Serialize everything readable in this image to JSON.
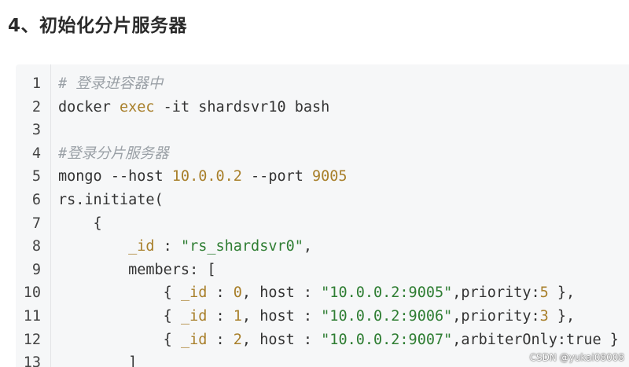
{
  "heading": "4、初始化分片服务器",
  "code": {
    "lines": [
      {
        "num": "1",
        "tokens": [
          {
            "t": "comment",
            "v": "# 登录进容器中"
          }
        ]
      },
      {
        "num": "2",
        "tokens": [
          {
            "t": "plain",
            "v": "docker "
          },
          {
            "t": "keyword",
            "v": "exec"
          },
          {
            "t": "plain",
            "v": " -it shardsvr10 bash"
          }
        ]
      },
      {
        "num": "3",
        "tokens": []
      },
      {
        "num": "4",
        "tokens": [
          {
            "t": "comment",
            "v": "#登录分片服务器"
          }
        ]
      },
      {
        "num": "5",
        "tokens": [
          {
            "t": "plain",
            "v": "mongo --host "
          },
          {
            "t": "number",
            "v": "10.0.0.2"
          },
          {
            "t": "plain",
            "v": " --port "
          },
          {
            "t": "number",
            "v": "9005"
          }
        ]
      },
      {
        "num": "6",
        "tokens": [
          {
            "t": "plain",
            "v": "rs.initiate("
          }
        ]
      },
      {
        "num": "7",
        "tokens": [
          {
            "t": "plain",
            "v": "    {"
          }
        ]
      },
      {
        "num": "8",
        "tokens": [
          {
            "t": "plain",
            "v": "        "
          },
          {
            "t": "attr",
            "v": "_id"
          },
          {
            "t": "plain",
            "v": " : "
          },
          {
            "t": "string",
            "v": "\"rs_shardsvr0\""
          },
          {
            "t": "plain",
            "v": ","
          }
        ]
      },
      {
        "num": "9",
        "tokens": [
          {
            "t": "plain",
            "v": "        members: ["
          }
        ]
      },
      {
        "num": "10",
        "tokens": [
          {
            "t": "plain",
            "v": "            { "
          },
          {
            "t": "attr",
            "v": "_id"
          },
          {
            "t": "plain",
            "v": " : "
          },
          {
            "t": "number",
            "v": "0"
          },
          {
            "t": "plain",
            "v": ", host : "
          },
          {
            "t": "string",
            "v": "\"10.0.0.2:9005\""
          },
          {
            "t": "plain",
            "v": ",priority:"
          },
          {
            "t": "number",
            "v": "5"
          },
          {
            "t": "plain",
            "v": " },"
          }
        ]
      },
      {
        "num": "11",
        "tokens": [
          {
            "t": "plain",
            "v": "            { "
          },
          {
            "t": "attr",
            "v": "_id"
          },
          {
            "t": "plain",
            "v": " : "
          },
          {
            "t": "number",
            "v": "1"
          },
          {
            "t": "plain",
            "v": ", host : "
          },
          {
            "t": "string",
            "v": "\"10.0.0.2:9006\""
          },
          {
            "t": "plain",
            "v": ",priority:"
          },
          {
            "t": "number",
            "v": "3"
          },
          {
            "t": "plain",
            "v": " },"
          }
        ]
      },
      {
        "num": "12",
        "tokens": [
          {
            "t": "plain",
            "v": "            { "
          },
          {
            "t": "attr",
            "v": "_id"
          },
          {
            "t": "plain",
            "v": " : "
          },
          {
            "t": "number",
            "v": "2"
          },
          {
            "t": "plain",
            "v": ", host : "
          },
          {
            "t": "string",
            "v": "\"10.0.0.2:9007\""
          },
          {
            "t": "plain",
            "v": ",arbiterOnly:"
          },
          {
            "t": "bool",
            "v": "true"
          },
          {
            "t": "plain",
            "v": " }"
          }
        ]
      },
      {
        "num": "13",
        "tokens": [
          {
            "t": "plain",
            "v": "        ]"
          }
        ]
      }
    ]
  },
  "watermark": "CSDN @yukai08008",
  "colors": {
    "code_background": "#f6f7f8",
    "comment": "#9aa0a6",
    "keyword": "#a87f2a",
    "string": "#2e7d32",
    "text": "#333333"
  }
}
